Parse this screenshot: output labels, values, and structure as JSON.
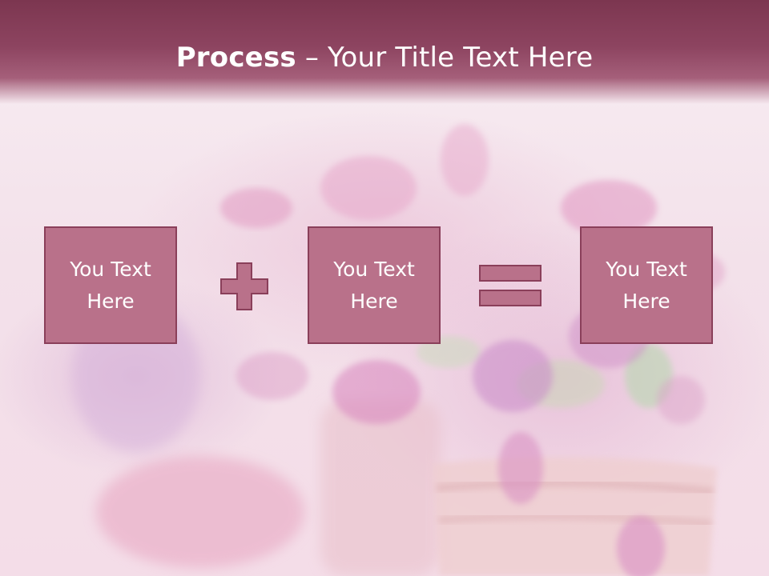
{
  "slide": {
    "title_bold": "Process",
    "title_rest": " – Your Title Text Here"
  },
  "process": {
    "box1_text": "You Text\nHere",
    "box2_text": "You Text\nHere",
    "box3_text": "You Text\nHere",
    "operator1": "plus-icon",
    "operator2": "equals-icon"
  },
  "colors": {
    "title_bar": "#8d4460",
    "box_fill": "#b9718a",
    "box_border": "#8a3f5a",
    "title_text": "#ffffff"
  }
}
